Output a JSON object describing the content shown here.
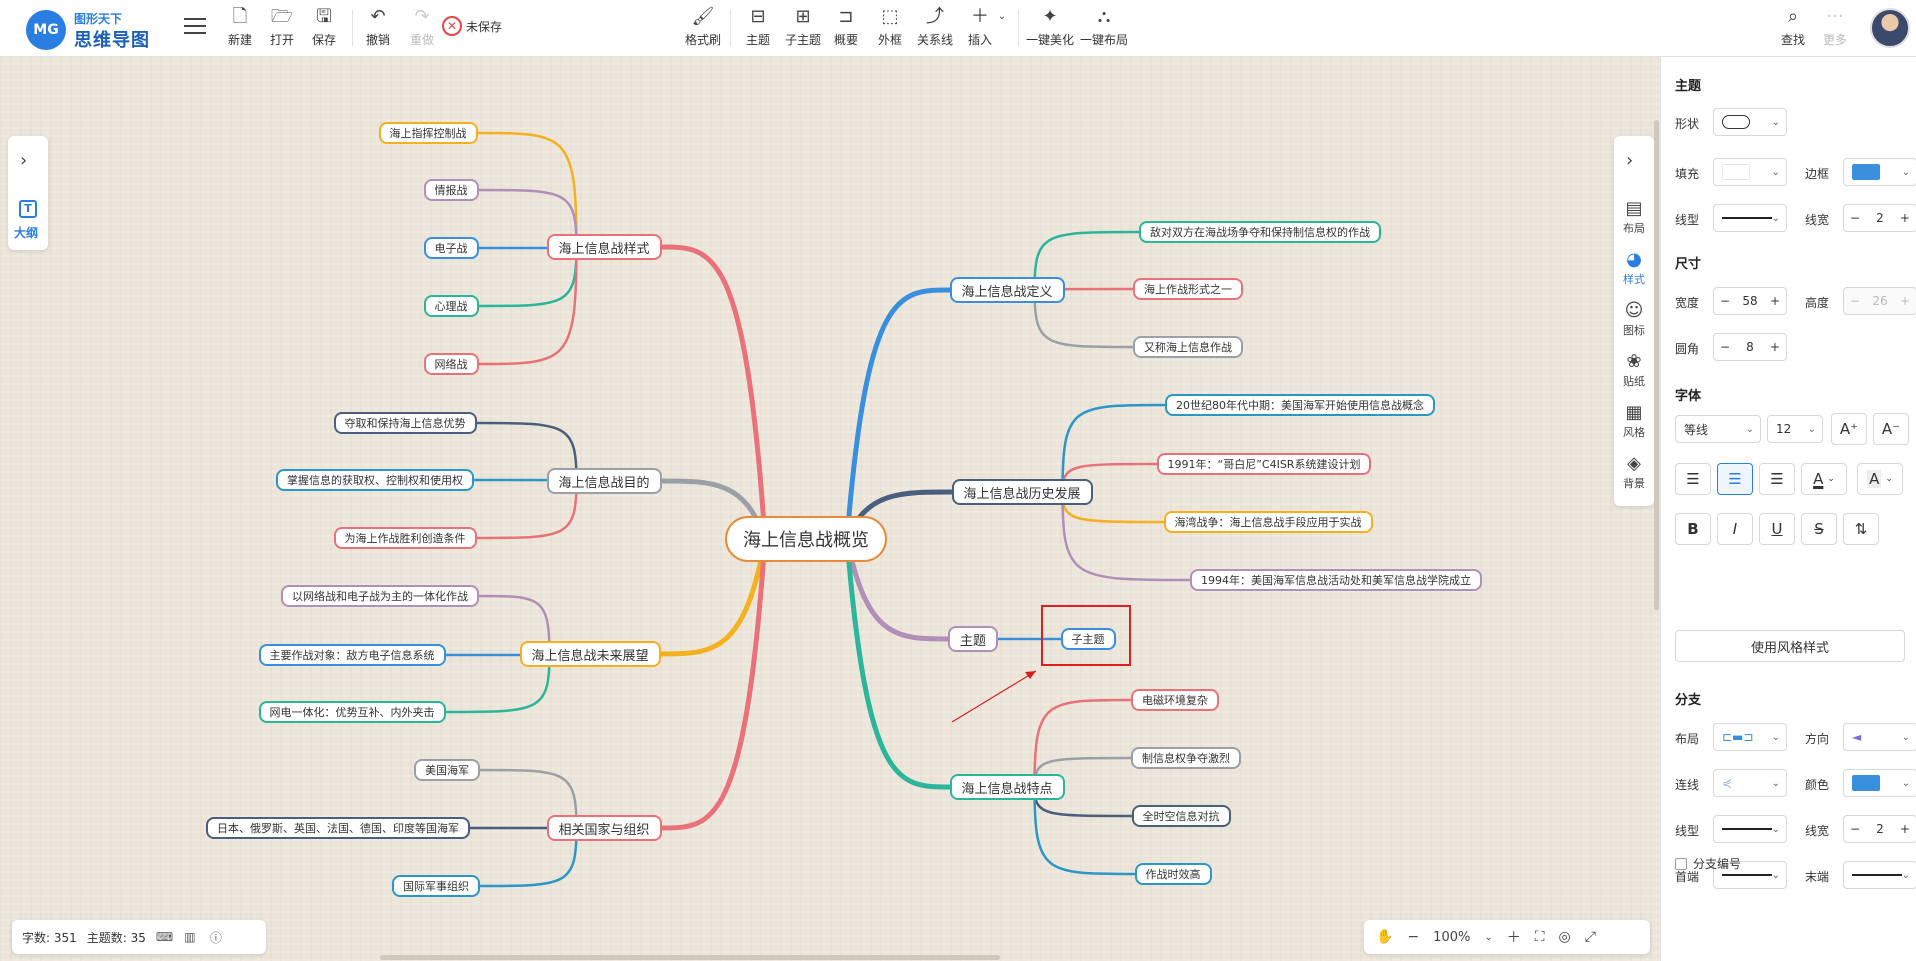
{
  "app": {
    "logo_mark": "MG",
    "logo_top": "图形天下",
    "logo_main": "思维导图"
  },
  "toolbar": {
    "new": "新建",
    "open": "打开",
    "save": "保存",
    "undo": "撤销",
    "redo": "重做",
    "unsaved": "未保存",
    "format_brush": "格式刷",
    "topic": "主题",
    "subtopic": "子主题",
    "summary": "概要",
    "boundary": "外框",
    "relation": "关系线",
    "insert": "插入",
    "beautify": "一键美化",
    "auto_layout": "一键布局",
    "search": "查找",
    "more": "更多"
  },
  "left_panel": {
    "outline": "大纲"
  },
  "right_panel": {
    "layout": "布局",
    "style": "样式",
    "icon": "图标",
    "sticker": "贴纸",
    "theme": "风格",
    "background": "背景"
  },
  "status": {
    "word_count": "字数: 351",
    "topic_count": "主题数: 35",
    "zoom": "100%"
  },
  "mindmap": {
    "root": "海上信息战概览",
    "branches": [
      {
        "title": "海上信息战样式",
        "color": "#e9717a",
        "children": [
          "海上指挥控制战",
          "情报战",
          "电子战",
          "心理战",
          "网络战"
        ],
        "child_colors": [
          "#f5b020",
          "#b08fb8",
          "#3a8fdd",
          "#2bb59a",
          "#e9717a"
        ]
      },
      {
        "title": "海上信息战目的",
        "color": "#9aa0a6",
        "children": [
          "夺取和保持海上信息优势",
          "掌握信息的获取权、控制权和使用权",
          "为海上作战胜利创造条件"
        ],
        "child_colors": [
          "#4a5f7e",
          "#2b97c6",
          "#e9717a"
        ]
      },
      {
        "title": "海上信息战未来展望",
        "color": "#f5b020",
        "children": [
          "以网络战和电子战为主的一体化作战",
          "主要作战对象：敌方电子信息系统",
          "网电一体化：优势互补、内外夹击"
        ],
        "child_colors": [
          "#b08fb8",
          "#3a8fdd",
          "#2bb59a"
        ]
      },
      {
        "title": "相关国家与组织",
        "color": "#e9717a",
        "children": [
          "美国海军",
          "日本、俄罗斯、英国、法国、德国、印度等国海军",
          "国际军事组织"
        ],
        "child_colors": [
          "#9aa0a6",
          "#4a5f7e",
          "#2b97c6"
        ]
      },
      {
        "title": "海上信息战定义",
        "color": "#3a8fdd",
        "children": [
          "敌对双方在海战场争夺和保持制信息权的作战",
          "海上作战形式之一",
          "又称海上信息作战"
        ],
        "child_colors": [
          "#2bb59a",
          "#e9717a",
          "#9aa0a6"
        ]
      },
      {
        "title": "海上信息战历史发展",
        "color": "#4a5f7e",
        "children": [
          "20世纪80年代中期：美国海军开始使用信息战概念",
          "1991年：“哥白尼”C4ISR系统建设计划",
          "海湾战争：海上信息战手段应用于实战",
          "1994年：美国海军信息战活动处和美军信息战学院成立"
        ],
        "child_colors": [
          "#2b97c6",
          "#e9717a",
          "#f5b020",
          "#b08fb8"
        ]
      },
      {
        "title": "主题",
        "color": "#b08fb8",
        "children": [
          "子主题"
        ],
        "child_colors": [
          "#3a8fdd"
        ]
      },
      {
        "title": "海上信息战特点",
        "color": "#2bb59a",
        "children": [
          "电磁环境复杂",
          "制信息权争夺激烈",
          "全时空信息对抗",
          "作战时效高"
        ],
        "child_colors": [
          "#e9717a",
          "#9aa0a6",
          "#4a5f7e",
          "#2b97c6"
        ]
      }
    ]
  },
  "sidebar": {
    "topic_title": "主题",
    "shape": "形状",
    "fill": "填充",
    "border": "边框",
    "line_type": "线型",
    "line_width": "线宽",
    "line_width_value": "2",
    "size_title": "尺寸",
    "width": "宽度",
    "width_value": "58",
    "height": "高度",
    "height_value": "26",
    "corner": "圆角",
    "corner_value": "8",
    "font_title": "字体",
    "font_family": "等线",
    "font_size": "12",
    "use_theme_style": "使用风格样式",
    "branch_title": "分支",
    "layout": "布局",
    "direction": "方向",
    "connector": "连线",
    "color": "颜色",
    "branch_line_type": "线型",
    "branch_line_width": "线宽",
    "branch_line_width_value": "2",
    "start": "首端",
    "end": "末端",
    "branch_numbering": "分支编号",
    "accent": "#3a8fdd"
  }
}
